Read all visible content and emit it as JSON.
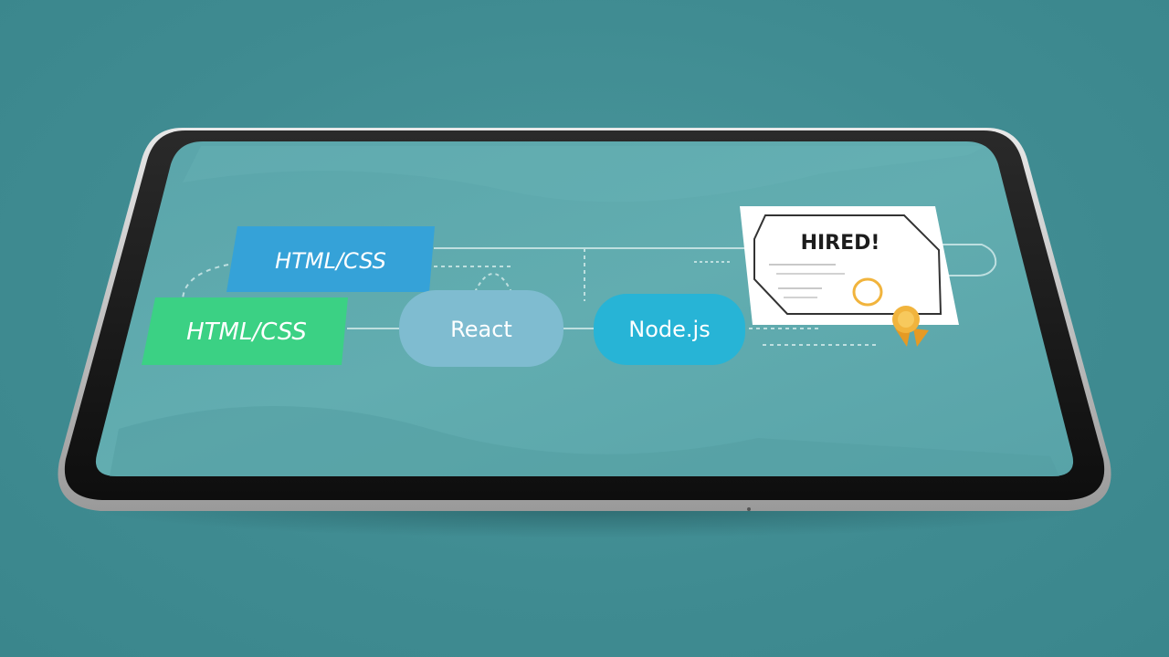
{
  "scene": {
    "description_free": true
  },
  "chips": {
    "html_css_top": "HTML/CSS",
    "html_css_bottom": "HTML/CSS",
    "react": "React",
    "nodejs": "Node.js"
  },
  "certificate": {
    "title": "HIRED!"
  },
  "colors": {
    "background": "#428f95",
    "screen": "#5ea9ad",
    "chip_blue": "#35a2d8",
    "chip_green": "#3bd184",
    "chip_react": "#7fbcd0",
    "chip_node": "#27b4d6",
    "badge_gold": "#f1b43d"
  },
  "icons": {
    "badge": "award-ribbon-icon"
  }
}
